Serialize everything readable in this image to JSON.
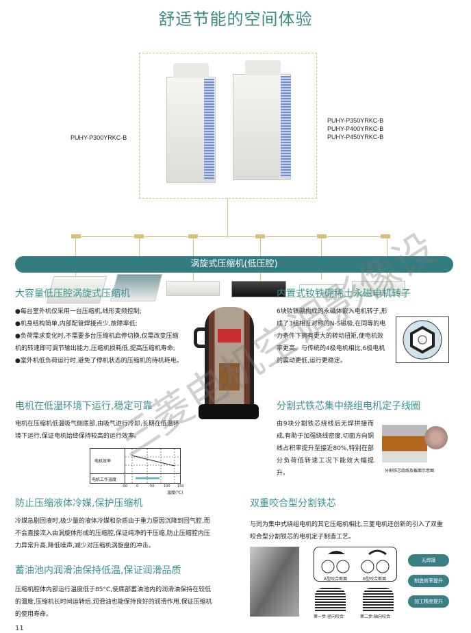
{
  "title": "舒适节能的空间体验",
  "models": {
    "left": "PUHY-P300YRKC-B",
    "right": [
      "PUHY-P350YRKC-B",
      "PUHY-P400YRKC-B",
      "PUHY-P450YRKC-B"
    ]
  },
  "banner": "涡旋式压缩机(低压腔)",
  "sec1": {
    "heading": "大容量低压腔涡旋式压缩机",
    "bullets": [
      "●每台室外机仅采用一台压缩机,线形变频控制;",
      "●机身结构简单,内部配管焊接点少,故障率低;",
      "●负荷需求变化时,不需要多台压缩机启停切换,仅需改变压缩机的转速即可调节输出能力,压缩机损耗低,提高压缩机寿命;",
      "●室外机低负荷运行时,避免了停机状态的压缩机的待机耗电。"
    ]
  },
  "sec2": {
    "heading": "内置式钕铁硼稀土永磁电机转子",
    "text": "6块钕铁硼构成的永磁体嵌入电机转子,形成了3组相互对称的N-S磁极,在同等的电力条件下拥有更大的转动扭矩,使电机效率更高。与传统的4极电机相比,6极电机的震动更低,运行更稳定。"
  },
  "sec3": {
    "heading": "电机在低温环境下运行,稳定可靠",
    "text": "电机在压缩机低温吸气侧底部,由吸气进行冷却,长期在低温环境下运行,保证电机始终保持较高的运行效率。",
    "chart": {
      "row1": "电机效率",
      "row2": "电机工作温度",
      "ticks": [
        "-50",
        "0",
        "50",
        "100",
        "150"
      ],
      "xlabel": "温度(℃)"
    }
  },
  "sec4": {
    "heading": "分割式铁芯集中绕组电机定子线圈",
    "text": "由9块分割铁芯绕线后无焊拼接而成,有助于加强绕线密度,切面方向铜线占积率提升至接近80%,特别在部分负荷低转速工况下能效大幅提升。",
    "caption": "分割铁芯绕线及截面示意图"
  },
  "sec5": {
    "heading": "防止压缩液体冷媒,保护压缩机",
    "text": "冷媒急剧回液时,极少量的液体冷媒和杂质由于重力原因沉降到回气腔,而不会直接流入由涡旋体形成的压缩腔,保证纯净的干压缩,防止压缩腔内压力异常升高,降低噪声,减少对压缩机涡旋盘的冲击。"
  },
  "sec6": {
    "heading": "蓄油池内润滑油保持低温,保证润滑品质",
    "text": "压缩机腔体内部运行温度低于85°C,使底部蓄油池内的润滑油保持在较低的温度,压缩机长时间运转后,润滑油也能保持良好的润滑作用,保证压缩机的使用寿命。"
  },
  "sec7": {
    "heading": "双重咬合型分割铁芯",
    "text": "与同为集中式绕组电机的其它压缩机相比,三菱电机还创新的引入了双重咬合型分割铁芯的电机定子制造工艺。",
    "labels": {
      "a": "A型咬合断面",
      "b": "B型咬合断面",
      "step1": "第一步:径向咬合",
      "step2": "第二步:轴向咬合"
    },
    "pills": [
      "无焊接",
      "制造效率提升",
      "加工精度提升"
    ]
  },
  "watermark": "三菱电机空调影像设",
  "page_number": "11",
  "colors": {
    "heading": "#3a958f",
    "banner": "#337c80",
    "pipe": "#d9c27a"
  }
}
